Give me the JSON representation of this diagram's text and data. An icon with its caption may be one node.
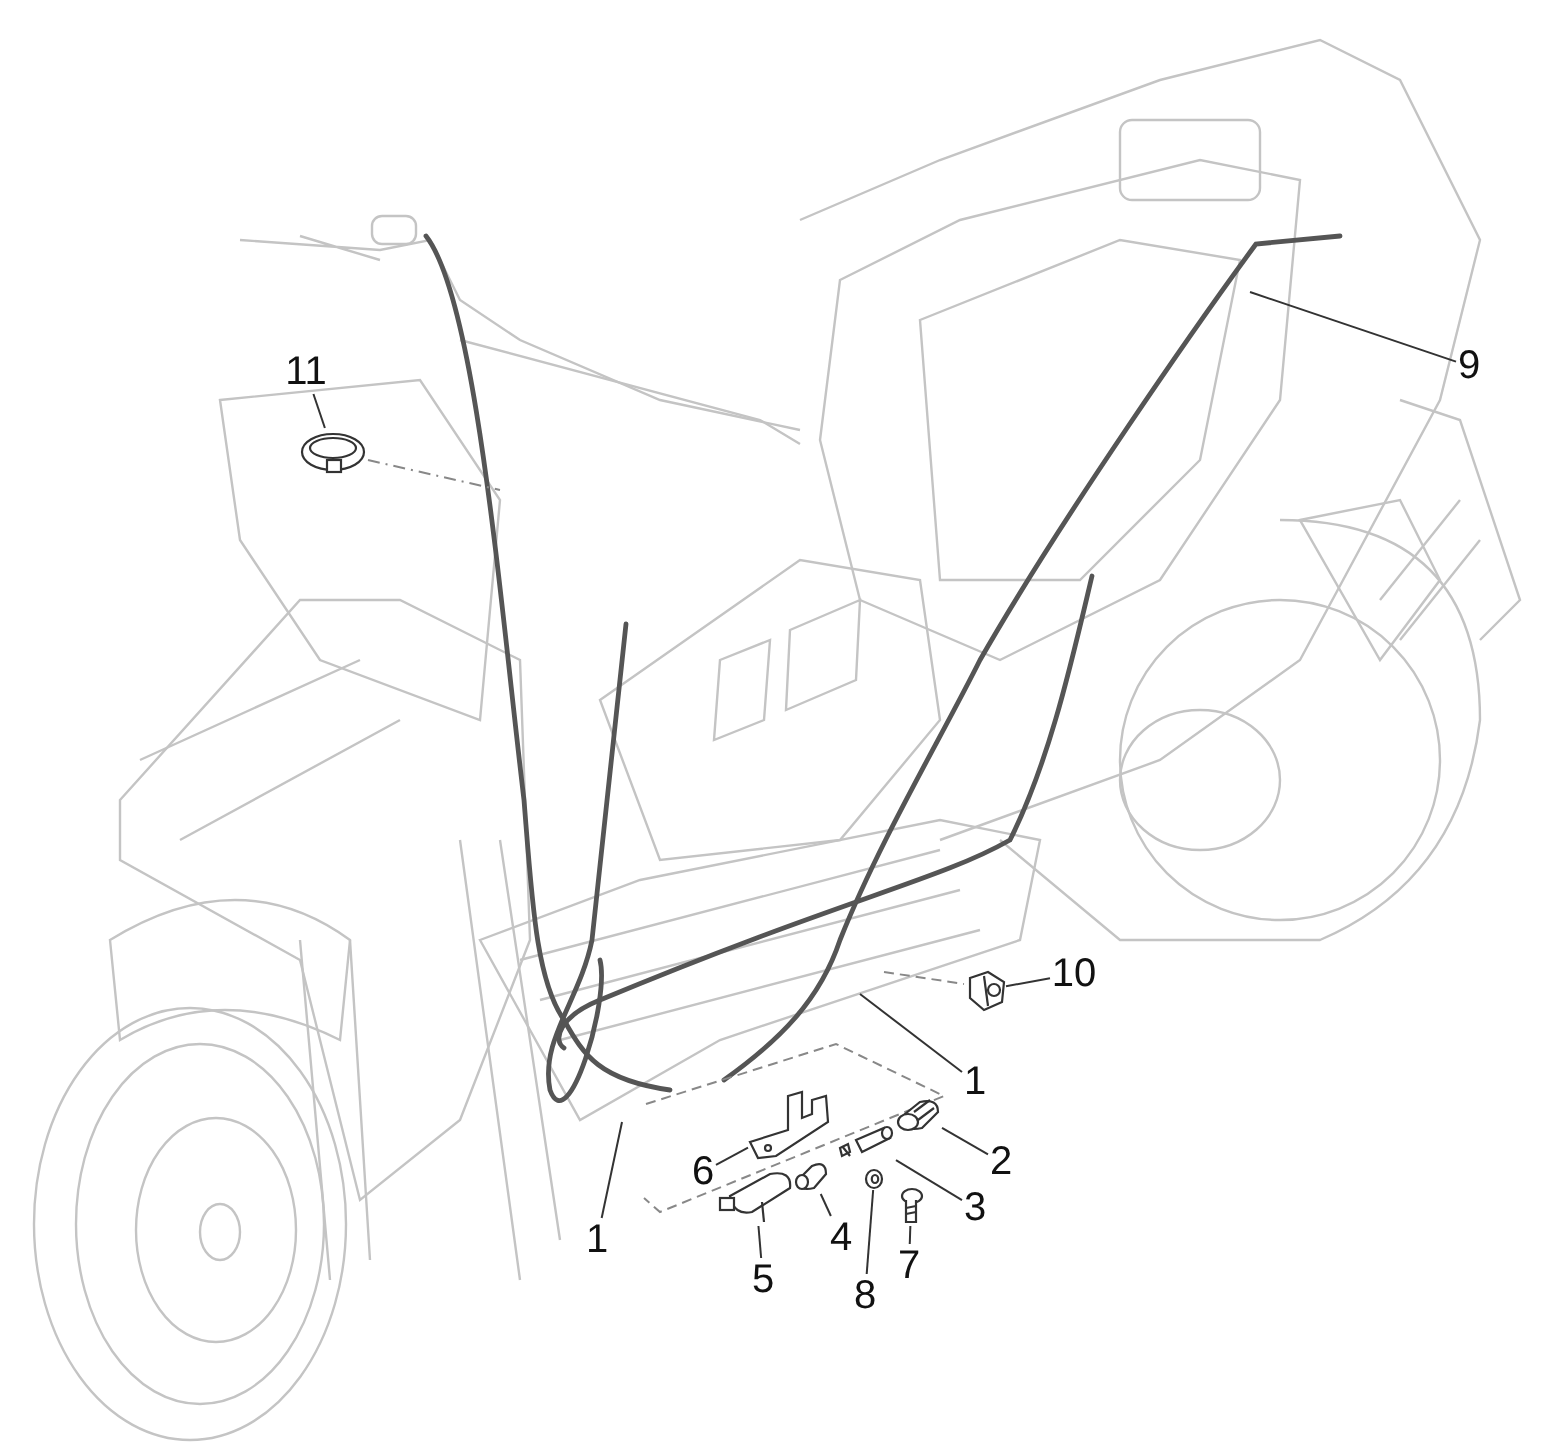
{
  "diagram": {
    "nodes": [
      {
        "text": [
          "11"
        ]
      },
      {
        "text": [],
        "shape": "picture"
      },
      {
        "text": [
          "9"
        ]
      },
      {
        "text": [
          "10"
        ]
      },
      {
        "text": [],
        "shape": "picture"
      },
      {
        "text": [
          "1"
        ]
      },
      {
        "text": [
          "6"
        ]
      },
      {
        "text": [],
        "shape": "picture"
      },
      {
        "text": [
          "2"
        ]
      },
      {
        "text": [],
        "shape": "picture"
      },
      {
        "text": [
          "3"
        ]
      },
      {
        "text": [],
        "shape": "picture"
      },
      {
        "text": [
          "4"
        ]
      },
      {
        "text": [],
        "shape": "picture"
      },
      {
        "text": [
          "1"
        ]
      },
      {
        "text": [
          "5"
        ]
      },
      {
        "text": [],
        "shape": "picture"
      },
      {
        "text": [
          "7"
        ]
      },
      {
        "text": [],
        "shape": "picture"
      },
      {
        "text": [
          "8"
        ]
      },
      {
        "text": [],
        "shape": "picture"
      }
    ],
    "edges": [
      {
        "from": 0,
        "to": 1,
        "arrow": "none"
      },
      {
        "from": 2,
        "to": null,
        "arrow": "none"
      },
      {
        "from": 3,
        "to": 4,
        "arrow": "none"
      },
      {
        "from": 5,
        "to": null,
        "arrow": "none"
      },
      {
        "from": 6,
        "to": 7,
        "arrow": "none"
      },
      {
        "from": 8,
        "to": 9,
        "arrow": "none"
      },
      {
        "from": 10,
        "to": 11,
        "arrow": "none"
      },
      {
        "from": 12,
        "to": 13,
        "arrow": "none"
      },
      {
        "from": 14,
        "to": null,
        "arrow": "none"
      },
      {
        "from": 15,
        "to": 16,
        "arrow": "none"
      },
      {
        "from": 17,
        "to": 18,
        "arrow": "none"
      },
      {
        "from": 19,
        "to": 20,
        "arrow": "none"
      }
    ]
  }
}
